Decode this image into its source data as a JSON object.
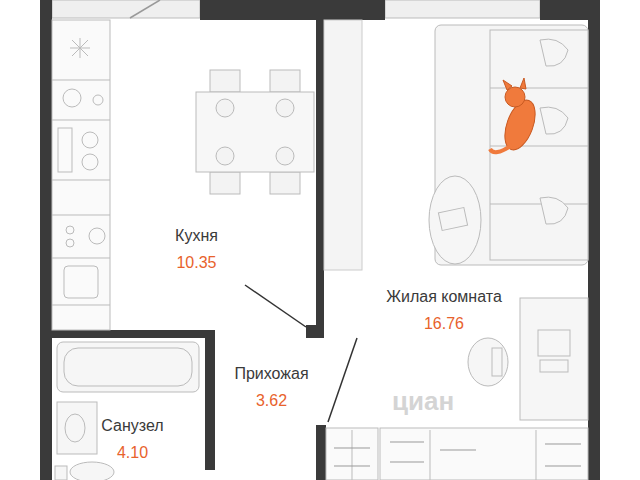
{
  "diagram": {
    "nodes": [
      {
        "text": [
          "Кухня",
          "10.35"
        ]
      },
      {
        "text": [
          "Жилая комната",
          "16.76"
        ]
      },
      {
        "text": [
          "Прихожая",
          "3.62"
        ]
      },
      {
        "text": [
          "Санузел",
          "4.10"
        ]
      }
    ],
    "labels": [
      "циан"
    ]
  }
}
